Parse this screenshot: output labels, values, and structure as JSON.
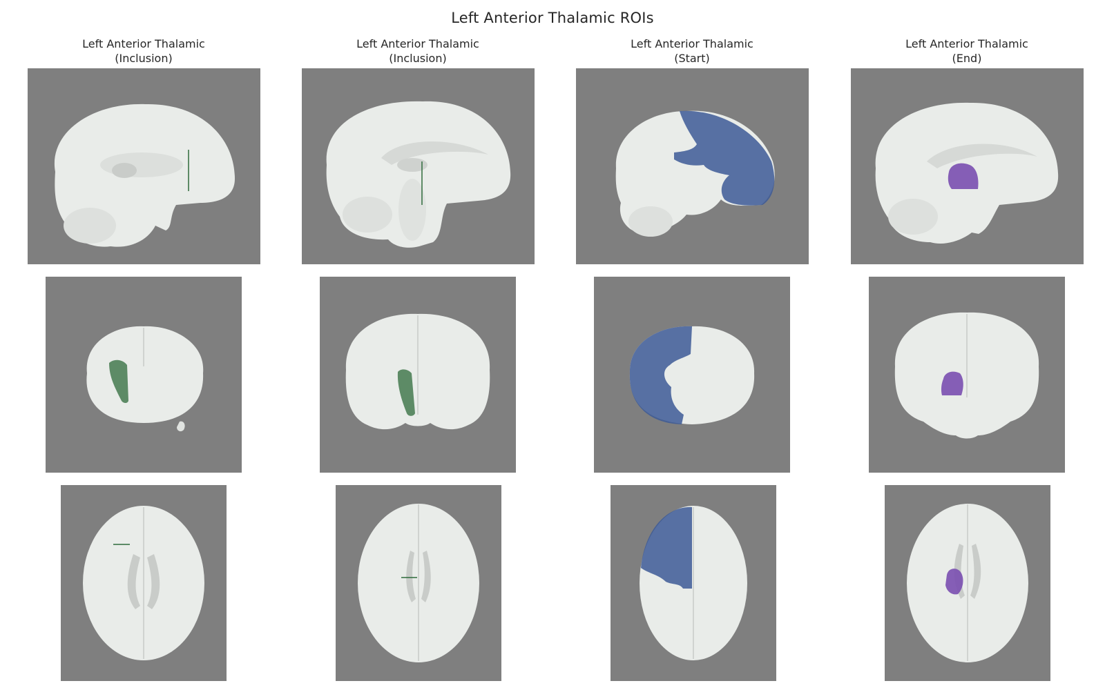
{
  "figure": {
    "title": "Left Anterior Thalamic ROIs"
  },
  "columns": [
    {
      "line1": "Left Anterior Thalamic",
      "line2": "(Inclusion)",
      "roi_color": "#2e6b3a"
    },
    {
      "line1": "Left Anterior Thalamic",
      "line2": "(Inclusion)",
      "roi_color": "#2e6b3a"
    },
    {
      "line1": "Left Anterior Thalamic",
      "line2": "(Start)",
      "roi_color": "#2c4a85"
    },
    {
      "line1": "Left Anterior Thalamic",
      "line2": "(End)",
      "roi_color": "#7a4fb0"
    }
  ],
  "rows": [
    "sagittal",
    "coronal",
    "axial"
  ],
  "colors": {
    "background": "#7f7f7f",
    "brain": "#e8ebe8",
    "inclusion_roi": "#2e6b3a",
    "start_roi": "#2c4a85",
    "end_roi": "#7a4fb0"
  }
}
